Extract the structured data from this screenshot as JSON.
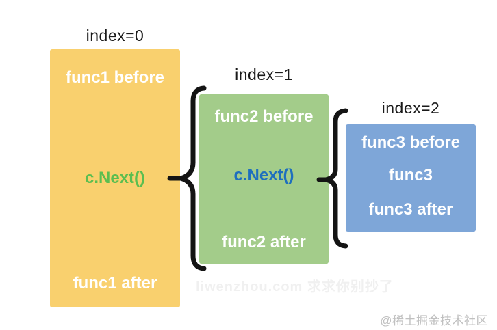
{
  "diagram": {
    "index_label_color": "#1a1a1a",
    "brace_color": "#141414",
    "frames": [
      {
        "index_label": "index=0",
        "bg": "#f9d06e",
        "lines": [
          {
            "text": "func1 before",
            "color": "#ffffff"
          },
          {
            "text": "c.Next()",
            "color": "#5bbe50"
          },
          {
            "text": "func1 after",
            "color": "#ffffff"
          }
        ]
      },
      {
        "index_label": "index=1",
        "bg": "#a3cc8a",
        "lines": [
          {
            "text": "func2 before",
            "color": "#ffffff"
          },
          {
            "text": "c.Next()",
            "color": "#1e6fbe"
          },
          {
            "text": "func2 after",
            "color": "#ffffff"
          }
        ]
      },
      {
        "index_label": "index=2",
        "bg": "#7ea6d8",
        "lines": [
          {
            "text": "func3 before",
            "color": "#ffffff"
          },
          {
            "text": "func3",
            "color": "#ffffff"
          },
          {
            "text": "func3 after",
            "color": "#ffffff"
          }
        ]
      }
    ],
    "watermark": {
      "text": "liwenzhou.com 求求你别抄了",
      "color": "#f0f0f0"
    },
    "credit": {
      "text": "@稀土掘金技术社区",
      "color": "#c0c0c0"
    }
  }
}
